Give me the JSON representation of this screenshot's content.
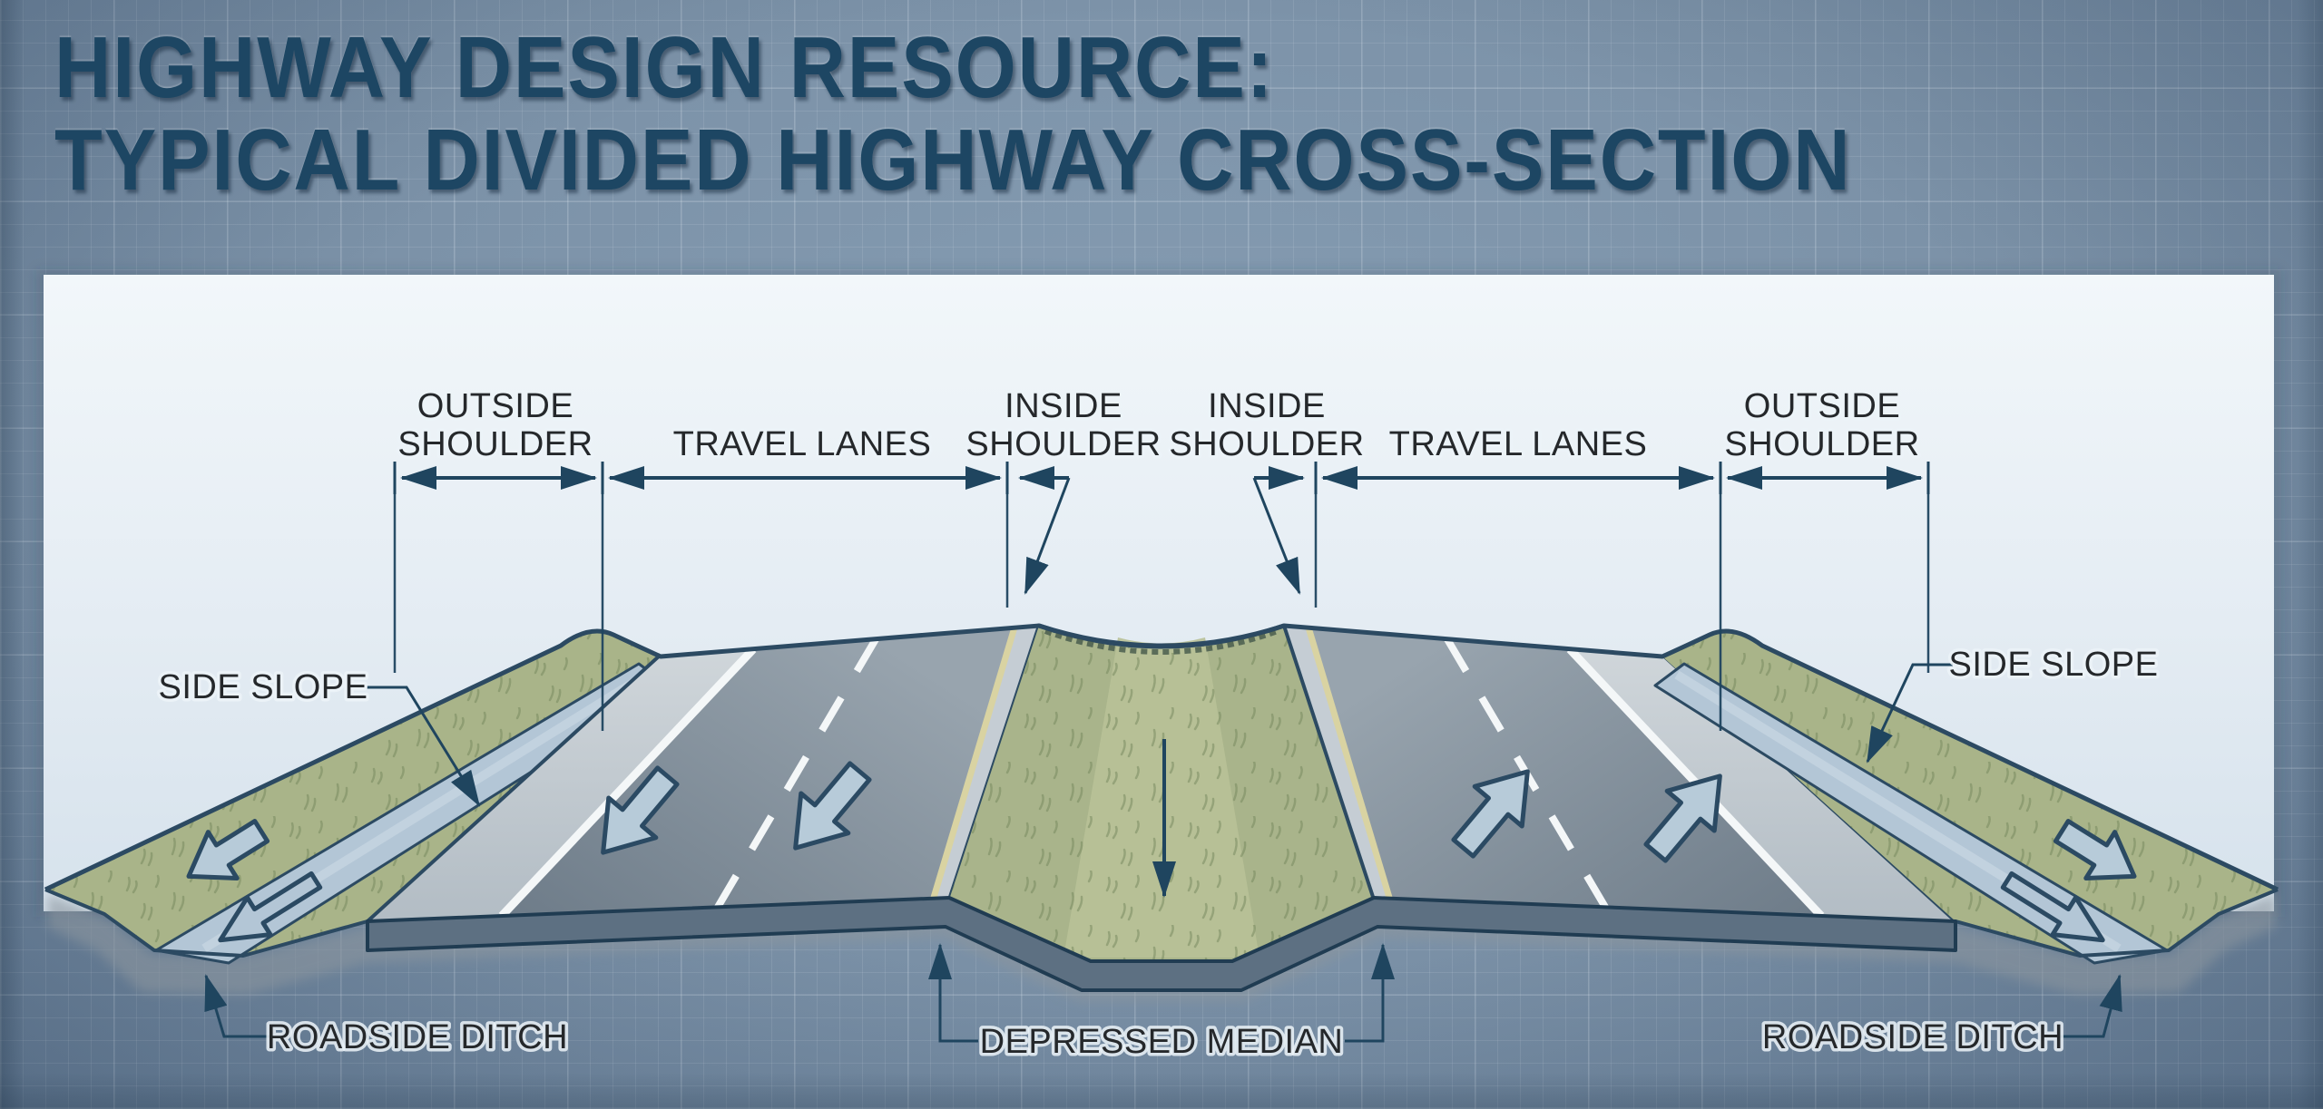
{
  "title": {
    "line1": "HIGHWAY DESIGN RESOURCE:",
    "line2": "TYPICAL DIVIDED HIGHWAY CROSS-SECTION"
  },
  "dimension_labels": [
    {
      "id": "outside-shoulder-left",
      "lines": [
        "OUTSIDE",
        "SHOULDER"
      ]
    },
    {
      "id": "travel-lanes-left",
      "lines": [
        "TRAVEL LANES"
      ]
    },
    {
      "id": "inside-shoulder-left",
      "lines": [
        "INSIDE",
        "SHOULDER"
      ]
    },
    {
      "id": "inside-shoulder-right",
      "lines": [
        "INSIDE",
        "SHOULDER"
      ]
    },
    {
      "id": "travel-lanes-right",
      "lines": [
        "TRAVEL LANES"
      ]
    },
    {
      "id": "outside-shoulder-right",
      "lines": [
        "OUTSIDE",
        "SHOULDER"
      ]
    }
  ],
  "callout_labels": {
    "side_slope_left": "SIDE SLOPE",
    "side_slope_right": "SIDE SLOPE",
    "roadside_ditch_left": "ROADSIDE DITCH",
    "depressed_median": "DEPRESSED MEDIAN",
    "roadside_ditch_right": "ROADSIDE DITCH"
  },
  "colors": {
    "title_text": "#1d4663",
    "label_text": "#25282b",
    "annotation_line": "#1f455f",
    "outline_navy": "#2c4a62",
    "outer_background": "#7e94aa",
    "panel_sky_top": "#f2f7fa",
    "panel_sky_bottom": "#d6e2ec",
    "grass": "#a9b489",
    "grass_dark": "#9caa7e",
    "median_grass_light": "#b8c197",
    "asphalt_near": "#6e7c89",
    "asphalt_far": "#98a4ae",
    "shoulder": "#c6cdd4",
    "edge_line_white": "#f4f7f8",
    "edge_line_yellow": "#d9d3a2",
    "ditch_liner": "#b3c6d6",
    "subgrade_band": "#5d7082",
    "ground_shadow": "#8b959e"
  }
}
